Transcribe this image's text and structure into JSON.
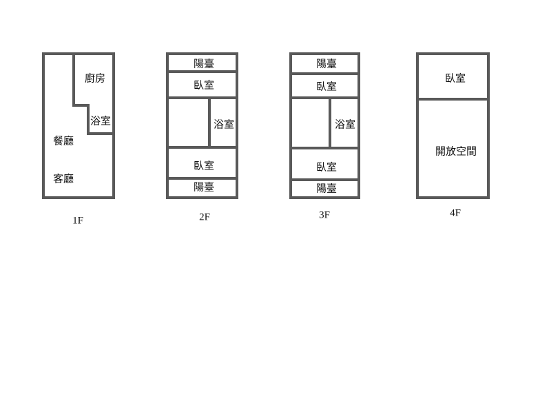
{
  "floors": [
    {
      "label": "1F",
      "rooms": [
        "廚房",
        "浴室",
        "餐廳",
        "客廳"
      ]
    },
    {
      "label": "2F",
      "rooms": [
        "陽臺",
        "臥室",
        "浴室",
        "臥室",
        "陽臺"
      ]
    },
    {
      "label": "3F",
      "rooms": [
        "陽臺",
        "臥室",
        "浴室",
        "臥室",
        "陽臺"
      ]
    },
    {
      "label": "4F",
      "rooms": [
        "臥室",
        "開放空間"
      ]
    }
  ],
  "colors": {
    "wall": "#595959"
  }
}
